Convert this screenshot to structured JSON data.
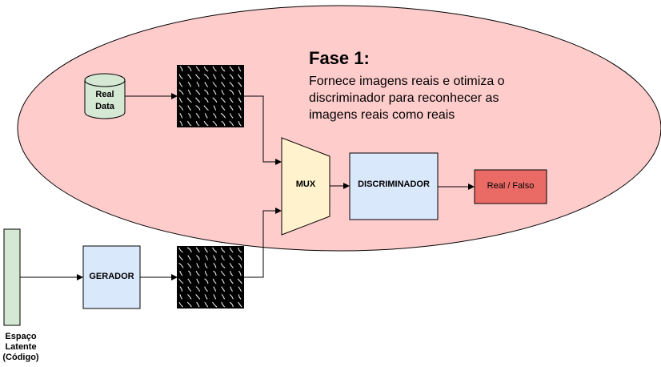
{
  "phase": {
    "title": "Fase 1:",
    "description": "Fornece imagens reais e otimiza o discriminador para reconhecer as imagens reais como reais"
  },
  "nodes": {
    "real_data": "Real Data",
    "mux": "MUX",
    "discriminator": "DISCRIMINADOR",
    "output": "Real / Falso",
    "generator": "GERADOR",
    "latent": "Espaço Latente (Código)"
  },
  "colors": {
    "ellipse_fill": "#ffcccc",
    "cylinder_fill": "#d5e8d4",
    "latent_fill": "#d5e8d4",
    "mux_fill": "#fff2cc",
    "box_fill": "#dae8fc",
    "output_fill": "#ea6b66"
  }
}
